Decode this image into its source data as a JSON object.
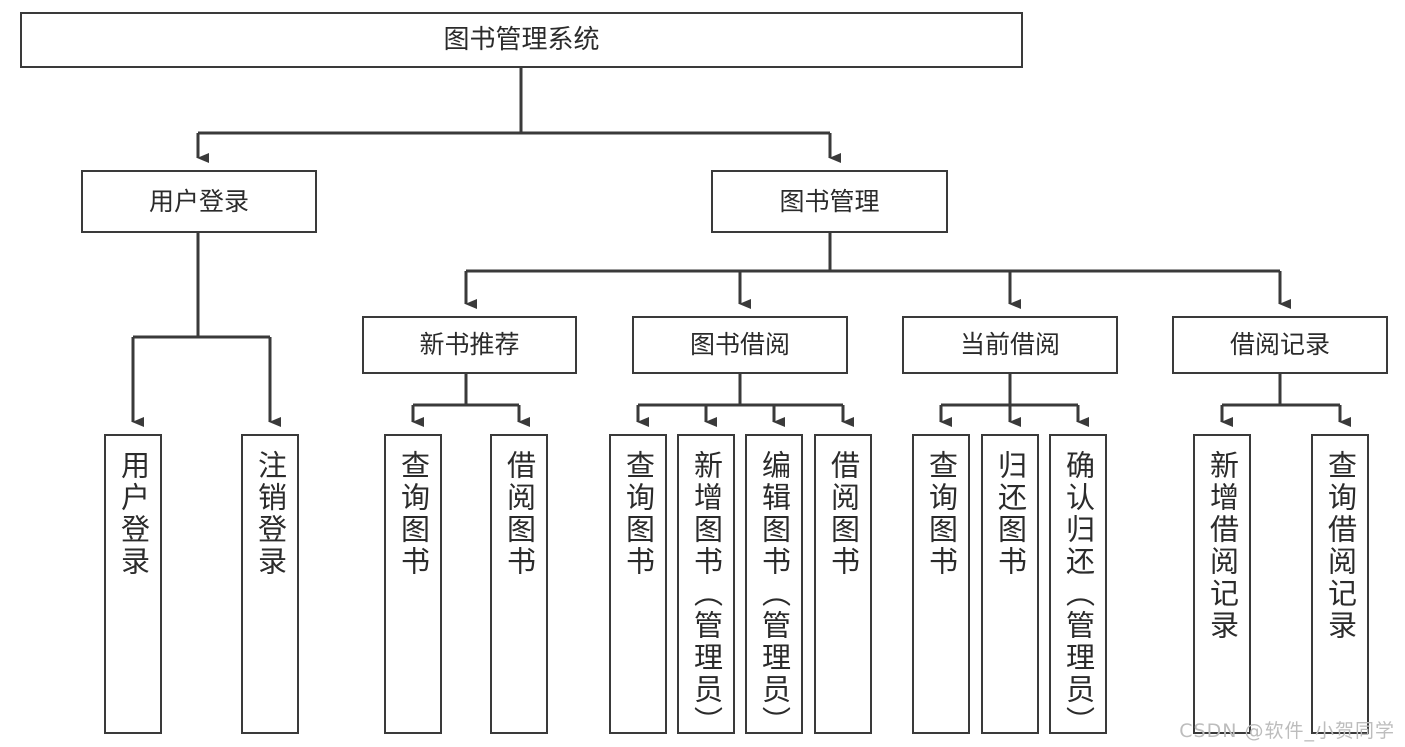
{
  "diagram": {
    "type": "tree",
    "title": "图书管理系统",
    "orientation": "top-down",
    "colors": {
      "box_border": "#3a3a3a",
      "box_fill": "#ffffff",
      "connector": "#3a3a3a",
      "text": "#2b2b2b",
      "watermark": "#bdbdbd",
      "background": "#ffffff"
    },
    "root": {
      "label": "图书管理系统"
    },
    "level2": [
      {
        "id": "user-login",
        "label": "用户登录"
      },
      {
        "id": "book-manage",
        "label": "图书管理"
      }
    ],
    "level3": [
      {
        "id": "new-book-recommend",
        "label": "新书推荐"
      },
      {
        "id": "book-borrow",
        "label": "图书借阅"
      },
      {
        "id": "current-borrow",
        "label": "当前借阅"
      },
      {
        "id": "borrow-record",
        "label": "借阅记录"
      }
    ],
    "leaves": [
      {
        "id": "leaf-user-login",
        "parent": "user-login",
        "label": "用户登录"
      },
      {
        "id": "leaf-logout",
        "parent": "user-login",
        "label": "注销登录"
      },
      {
        "id": "leaf-query-book-1",
        "parent": "new-book-recommend",
        "label": "查询图书"
      },
      {
        "id": "leaf-borrow-book-1",
        "parent": "new-book-recommend",
        "label": "借阅图书"
      },
      {
        "id": "leaf-query-book-2",
        "parent": "book-borrow",
        "label": "查询图书"
      },
      {
        "id": "leaf-add-book",
        "parent": "book-borrow",
        "label": "新增图书（管理员）"
      },
      {
        "id": "leaf-edit-book",
        "parent": "book-borrow",
        "label": "编辑图书（管理员）"
      },
      {
        "id": "leaf-borrow-book-2",
        "parent": "book-borrow",
        "label": "借阅图书"
      },
      {
        "id": "leaf-query-book-3",
        "parent": "current-borrow",
        "label": "查询图书"
      },
      {
        "id": "leaf-return-book",
        "parent": "current-borrow",
        "label": "归还图书"
      },
      {
        "id": "leaf-confirm-return",
        "parent": "current-borrow",
        "label": "确认归还（管理员）"
      },
      {
        "id": "leaf-add-borrow-record",
        "parent": "borrow-record",
        "label": "新增借阅记录"
      },
      {
        "id": "leaf-query-borrow-record",
        "parent": "borrow-record",
        "label": "查询借阅记录"
      }
    ]
  },
  "watermark": {
    "text": "CSDN @软件_小贺同学"
  }
}
